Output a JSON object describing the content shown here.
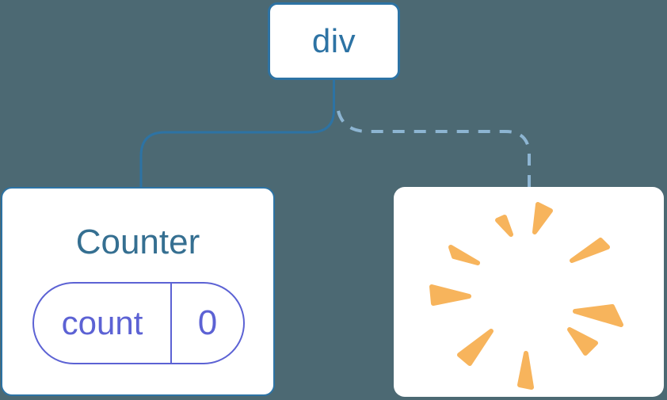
{
  "colors": {
    "background": "#4c6973",
    "node_fill": "#ffffff",
    "node_border": "#2d73a4",
    "root_label_color": "#2d73a4",
    "component_title_color": "#356f91",
    "state_color": "#5c62d4",
    "solid_link": "#2d73a4",
    "dashed_link": "#8db5d2",
    "spark": "#f7b45c"
  },
  "tree": {
    "root": {
      "label": "div"
    },
    "children": [
      {
        "type": "component",
        "title": "Counter",
        "state": {
          "key": "count",
          "value": "0"
        },
        "link_style": "solid"
      },
      {
        "type": "removed",
        "icon": "poof-icon",
        "link_style": "dashed"
      }
    ]
  }
}
